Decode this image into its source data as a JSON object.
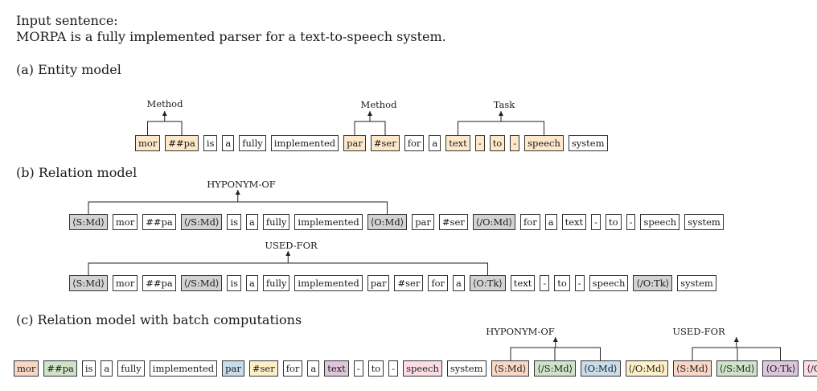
{
  "header": {
    "input_label": "Input sentence:",
    "sentence": "MORPA is a fully implemented parser for a text-to-speech system."
  },
  "sections": {
    "a": "(a) Entity model",
    "b": "(b) Relation model",
    "c": "(c) Relation model with batch computations"
  },
  "labels": {
    "method1": "Method",
    "method2": "Method",
    "task": "Task",
    "hyponym_b": "HYPONYM-OF",
    "usedfor_b": "USED-FOR",
    "hyponym_c": "HYPONYM-OF",
    "usedfor_c": "USED-FOR"
  },
  "rows": {
    "a": [
      {
        "t": "mor",
        "c": "o"
      },
      {
        "t": "##pa",
        "c": "o"
      },
      {
        "t": "is"
      },
      {
        "t": "a"
      },
      {
        "t": "fully"
      },
      {
        "t": "implemented"
      },
      {
        "t": "par",
        "c": "o"
      },
      {
        "t": "#ser",
        "c": "o"
      },
      {
        "t": "for"
      },
      {
        "t": "a"
      },
      {
        "t": "text",
        "c": "o"
      },
      {
        "t": "-",
        "c": "o"
      },
      {
        "t": "to",
        "c": "o"
      },
      {
        "t": "-",
        "c": "o"
      },
      {
        "t": "speech",
        "c": "o"
      },
      {
        "t": "system"
      }
    ],
    "b1": [
      {
        "t": "⟨S:Md⟩",
        "c": "g"
      },
      {
        "t": "mor"
      },
      {
        "t": "##pa"
      },
      {
        "t": "⟨/S:Md⟩",
        "c": "g"
      },
      {
        "t": "is"
      },
      {
        "t": "a"
      },
      {
        "t": "fully"
      },
      {
        "t": "implemented"
      },
      {
        "t": "⟨O:Md⟩",
        "c": "g"
      },
      {
        "t": "par"
      },
      {
        "t": "#ser"
      },
      {
        "t": "⟨/O:Md⟩",
        "c": "g"
      },
      {
        "t": "for"
      },
      {
        "t": "a"
      },
      {
        "t": "text"
      },
      {
        "t": "-"
      },
      {
        "t": "to"
      },
      {
        "t": "-"
      },
      {
        "t": "speech"
      },
      {
        "t": "system"
      }
    ],
    "b2": [
      {
        "t": "⟨S:Md⟩",
        "c": "g"
      },
      {
        "t": "mor"
      },
      {
        "t": "##pa"
      },
      {
        "t": "⟨/S:Md⟩",
        "c": "g"
      },
      {
        "t": "is"
      },
      {
        "t": "a"
      },
      {
        "t": "fully"
      },
      {
        "t": "implemented"
      },
      {
        "t": "par"
      },
      {
        "t": "#ser"
      },
      {
        "t": "for"
      },
      {
        "t": "a"
      },
      {
        "t": "⟨O:Tk⟩",
        "c": "g"
      },
      {
        "t": "text"
      },
      {
        "t": "-"
      },
      {
        "t": "to"
      },
      {
        "t": "-"
      },
      {
        "t": "speech"
      },
      {
        "t": "⟨/O:Tk⟩",
        "c": "g"
      },
      {
        "t": "system"
      }
    ],
    "c": [
      {
        "t": "mor",
        "c": "pk"
      },
      {
        "t": "##pa",
        "c": "gr"
      },
      {
        "t": "is"
      },
      {
        "t": "a"
      },
      {
        "t": "fully"
      },
      {
        "t": "implemented"
      },
      {
        "t": "par",
        "c": "bl"
      },
      {
        "t": "#ser",
        "c": "yl"
      },
      {
        "t": "for"
      },
      {
        "t": "a"
      },
      {
        "t": "text",
        "c": "pu"
      },
      {
        "t": "-"
      },
      {
        "t": "to"
      },
      {
        "t": "-"
      },
      {
        "t": "speech",
        "c": "lp"
      },
      {
        "t": "system"
      },
      {
        "t": "⟨S:Md⟩",
        "c": "pk"
      },
      {
        "t": "⟨/S:Md⟩",
        "c": "gr"
      },
      {
        "t": "⟨O:Md⟩",
        "c": "bl"
      },
      {
        "t": "⟨/O:Md⟩",
        "c": "yl"
      },
      {
        "t": "⟨S:Md⟩",
        "c": "pk"
      },
      {
        "t": "⟨/S:Md⟩",
        "c": "gr"
      },
      {
        "t": "⟨O:Tk⟩",
        "c": "pu"
      },
      {
        "t": "⟨/O:Tk⟩",
        "c": "lp"
      }
    ]
  }
}
